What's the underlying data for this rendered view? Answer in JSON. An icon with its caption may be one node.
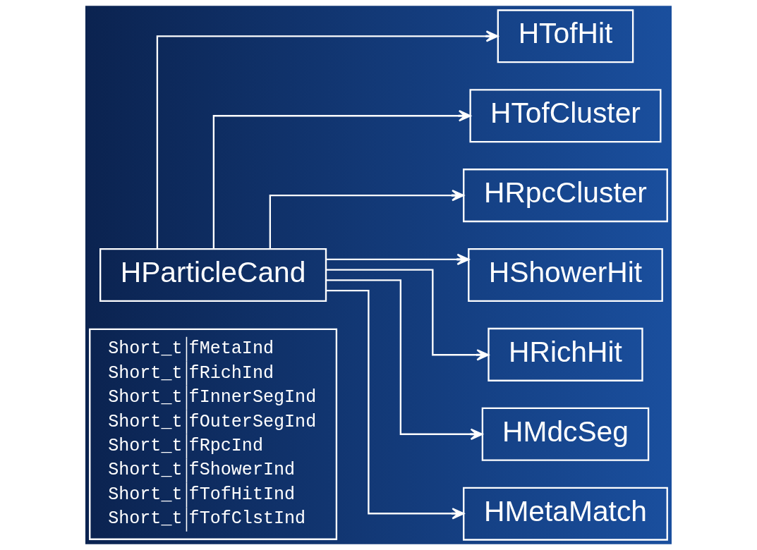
{
  "diagram": {
    "nodes": [
      {
        "text": [
          "HParticleCand"
        ]
      },
      {
        "text": [
          "Short_t",
          "fMetaInd",
          "Short_t",
          "fRichInd",
          "Short_t",
          "fInnerSegInd",
          "Short_t",
          "fOuterSegInd",
          "Short_t",
          "fRpcInd",
          "Short_t",
          "fShowerInd",
          "Short_t",
          "fTofHitInd",
          "Short_t",
          "fTofClstInd"
        ]
      },
      {
        "text": [
          "HTofHit"
        ]
      },
      {
        "text": [
          "HTofCluster"
        ]
      },
      {
        "text": [
          "HRpcCluster"
        ]
      },
      {
        "text": [
          "HShowerHit"
        ]
      },
      {
        "text": [
          "HRichHit"
        ]
      },
      {
        "text": [
          "HMdcSeg"
        ]
      },
      {
        "text": [
          "HMetaMatch"
        ]
      }
    ],
    "edges": [
      {
        "from": 0,
        "to": 2,
        "arrow": "to"
      },
      {
        "from": 0,
        "to": 3,
        "arrow": "to"
      },
      {
        "from": 0,
        "to": 4,
        "arrow": "to"
      },
      {
        "from": 0,
        "to": 5,
        "arrow": "to"
      },
      {
        "from": 0,
        "to": 6,
        "arrow": "to"
      },
      {
        "from": 0,
        "to": 7,
        "arrow": "to"
      },
      {
        "from": 0,
        "to": 8,
        "arrow": "to"
      }
    ]
  }
}
